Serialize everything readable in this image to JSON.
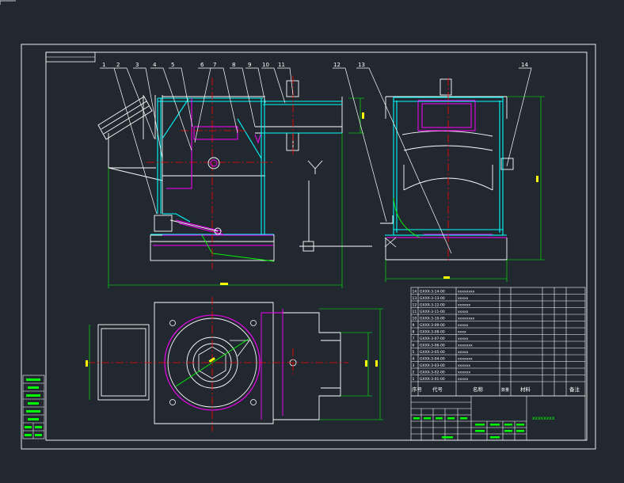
{
  "colors": {
    "background": "#212830",
    "frame": "#ffffff",
    "cyan": "#00ffff",
    "magenta": "#ff00ff",
    "green": "#00ff00",
    "red": "#ff0000",
    "yellow": "#ffff00"
  },
  "callouts": [
    "1",
    "2",
    "3",
    "4",
    "5",
    "6",
    "7",
    "8",
    "9",
    "10",
    "11",
    "12",
    "13",
    "14"
  ],
  "bom": {
    "header": {
      "seq": "序号",
      "code": "代号",
      "name": "名称",
      "qty": "数量",
      "material": "材料",
      "note": "备注"
    },
    "rows": [
      {
        "seq": "14",
        "code": "GXXX-3-14-00",
        "name": "xxxxxxxx"
      },
      {
        "seq": "13",
        "code": "GXXX-3-13-00",
        "name": "xxxxx"
      },
      {
        "seq": "12",
        "code": "GXXX-3-12-00",
        "name": "xxxxxx"
      },
      {
        "seq": "11",
        "code": "GXXX-3-11-00",
        "name": "xxxxx"
      },
      {
        "seq": "10",
        "code": "GXXX-3-10-00",
        "name": "xxxxxxxx"
      },
      {
        "seq": "9",
        "code": "GXXX-3-09-00",
        "name": "xxxxx"
      },
      {
        "seq": "8",
        "code": "GXXX-3-08-00",
        "name": "xxxx"
      },
      {
        "seq": "7",
        "code": "GXXX-3-07-00",
        "name": "xxxxx"
      },
      {
        "seq": "6",
        "code": "GXXX-3-06-00",
        "name": "xxxxxxx"
      },
      {
        "seq": "5",
        "code": "GXXX-3-05-00",
        "name": "xxxxx"
      },
      {
        "seq": "4",
        "code": "GXXX-3-04-00",
        "name": "xxxxxxx"
      },
      {
        "seq": "3",
        "code": "GXXX-3-03-00",
        "name": "xxxxxx"
      },
      {
        "seq": "2",
        "code": "GXXX-3-02-00",
        "name": "xxxxxx"
      },
      {
        "seq": "1",
        "code": "GXXX-3-01-00",
        "name": "xxxxx"
      }
    ]
  },
  "title_block": {
    "drawing_title": "xxxxxxxx"
  }
}
